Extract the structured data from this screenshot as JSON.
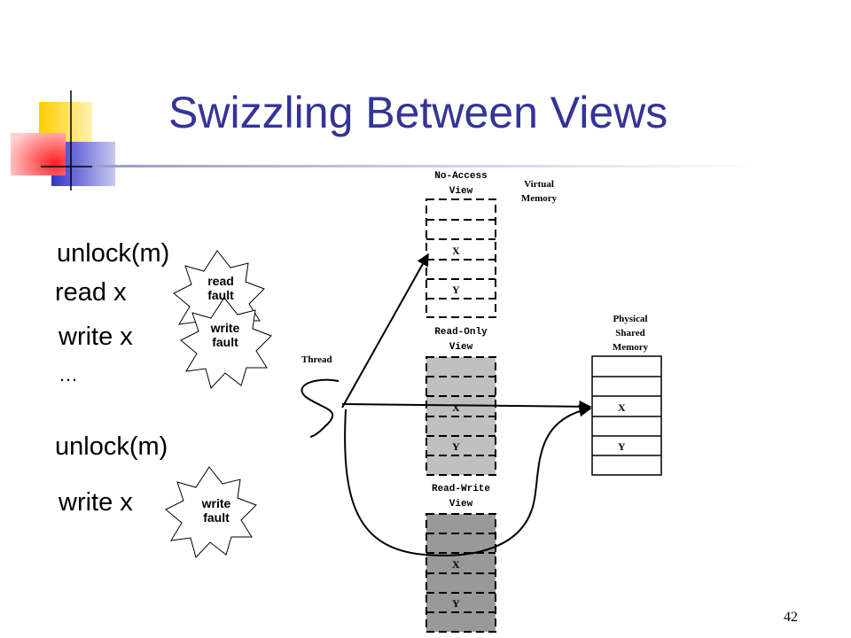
{
  "title": "Swizzling Between Views",
  "code_lines": {
    "line1": "unlock(m)",
    "line2": "read x",
    "line3": "write x",
    "line4": "…",
    "line5": "unlock(m)",
    "line6": "write x"
  },
  "faults": {
    "read_fault": "read fault",
    "write_fault_1": "write fault",
    "write_fault_2": "write fault"
  },
  "labels": {
    "no_access_view": "No-Access View",
    "virtual_memory": "Virtual Memory",
    "read_only_view": "Read-Only View",
    "read_write_view": "Read-Write View",
    "physical_shared_memory": "Physical Shared Memory",
    "thread": "Thread"
  },
  "cells": {
    "no_access_x": "X",
    "no_access_y": "Y",
    "read_only_x": "X",
    "read_only_y": "Y",
    "read_write_x": "X",
    "read_write_y": "Y",
    "physical_x": "X",
    "physical_y": "Y"
  },
  "page_number": "42",
  "colors": {
    "title": "#333399",
    "read_only_fill": "#c0c0c0",
    "read_write_fill": "#999999"
  }
}
